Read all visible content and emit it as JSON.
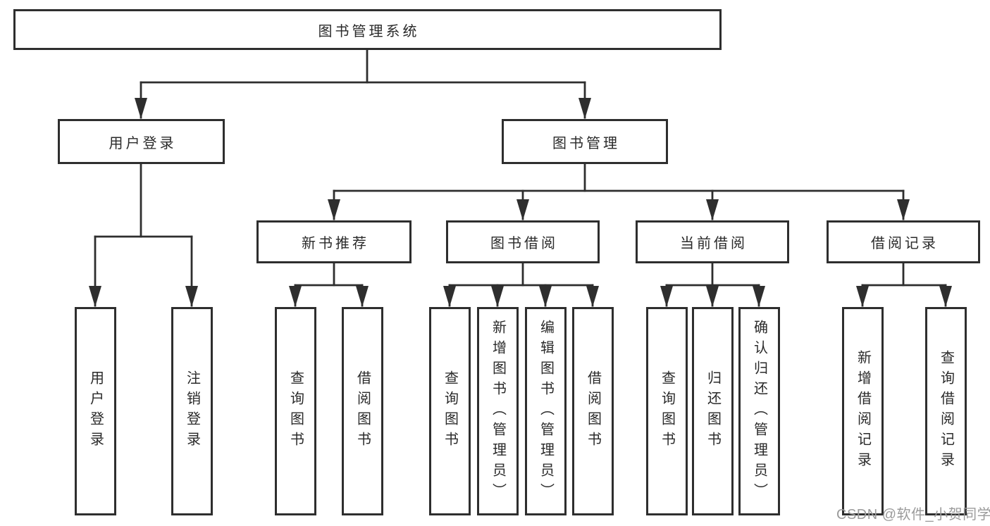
{
  "diagram_title": "图书管理系统",
  "colors": {
    "line": "#2e2e2e",
    "box_border": "#2e2e2e",
    "text": "#2a2a2a",
    "background": "#ffffff",
    "watermark": "#9b9b9b"
  },
  "nodes": {
    "root": "图书管理系统",
    "user_login": "用户登录",
    "book_mgmt": "图书管理",
    "new_book_rec": "新书推荐",
    "book_borrow": "图书借阅",
    "current_borrow": "当前借阅",
    "borrow_record": "借阅记录",
    "ul_login": "用户登录",
    "ul_logout": "注销登录",
    "nbr_query": "查询图书",
    "nbr_borrow": "借阅图书",
    "bb_query": "查询图书",
    "bb_add": "新增图书（管理员）",
    "bb_edit": "编辑图书（管理员）",
    "bb_borrow": "借阅图书",
    "cb_query": "查询图书",
    "cb_return": "归还图书",
    "cb_confirm": "确认归还（管理员）",
    "br_add": "新增借阅记录",
    "br_query": "查询借阅记录"
  },
  "tree": {
    "图书管理系统": [
      "用户登录",
      "图书管理"
    ],
    "用户登录": [
      "用户登录",
      "注销登录"
    ],
    "图书管理": [
      "新书推荐",
      "图书借阅",
      "当前借阅",
      "借阅记录"
    ],
    "新书推荐": [
      "查询图书",
      "借阅图书"
    ],
    "图书借阅": [
      "查询图书",
      "新增图书（管理员）",
      "编辑图书（管理员）",
      "借阅图书"
    ],
    "当前借阅": [
      "查询图书",
      "归还图书",
      "确认归还（管理员）"
    ],
    "借阅记录": [
      "新增借阅记录",
      "查询借阅记录"
    ]
  },
  "watermark": {
    "text": "CSDN @软件_小贺同学"
  }
}
